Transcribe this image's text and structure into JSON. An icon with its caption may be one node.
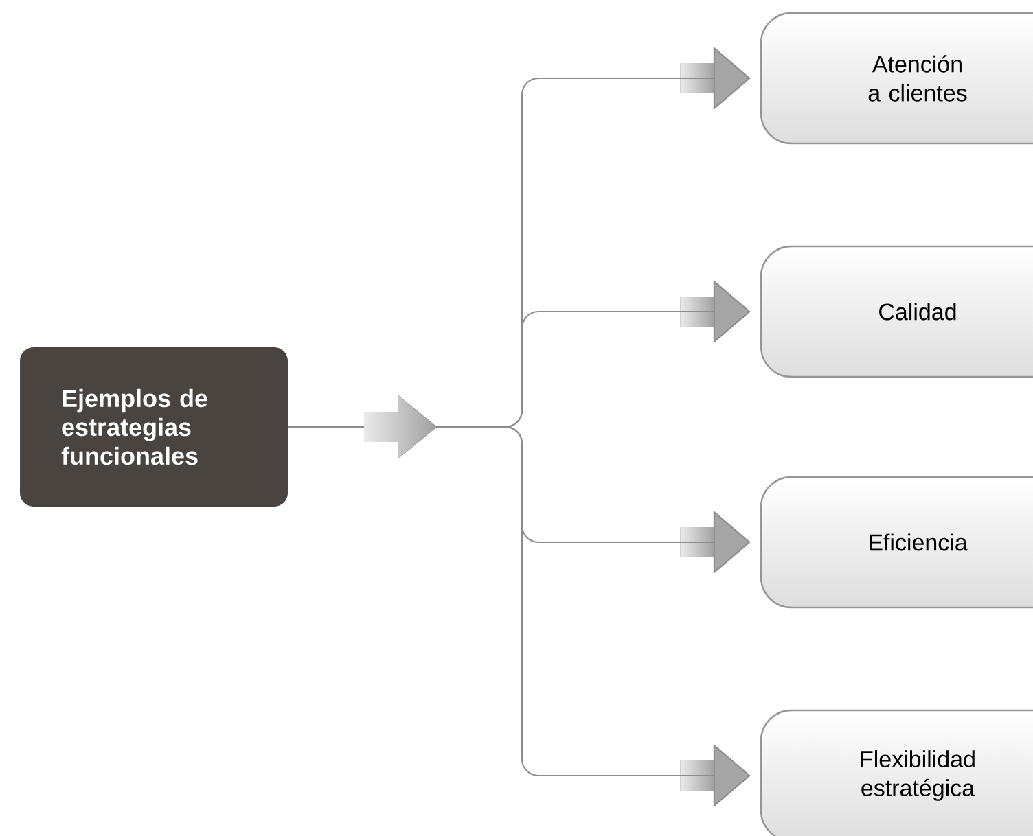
{
  "diagram": {
    "nodes": [
      {
        "text": [
          "Ejemplos de estrategias funcionales"
        ]
      },
      {
        "text": [
          "Atención a clientes"
        ]
      },
      {
        "text": [
          "Calidad"
        ]
      },
      {
        "text": [
          "Eficiencia"
        ]
      },
      {
        "text": [
          "Flexibilidad estratégica"
        ]
      }
    ],
    "edges": [
      {
        "from": 0,
        "to": 1,
        "arrow": "to"
      },
      {
        "from": 0,
        "to": 2,
        "arrow": "to"
      },
      {
        "from": 0,
        "to": 3,
        "arrow": "to"
      },
      {
        "from": 0,
        "to": 4,
        "arrow": "to"
      }
    ]
  }
}
